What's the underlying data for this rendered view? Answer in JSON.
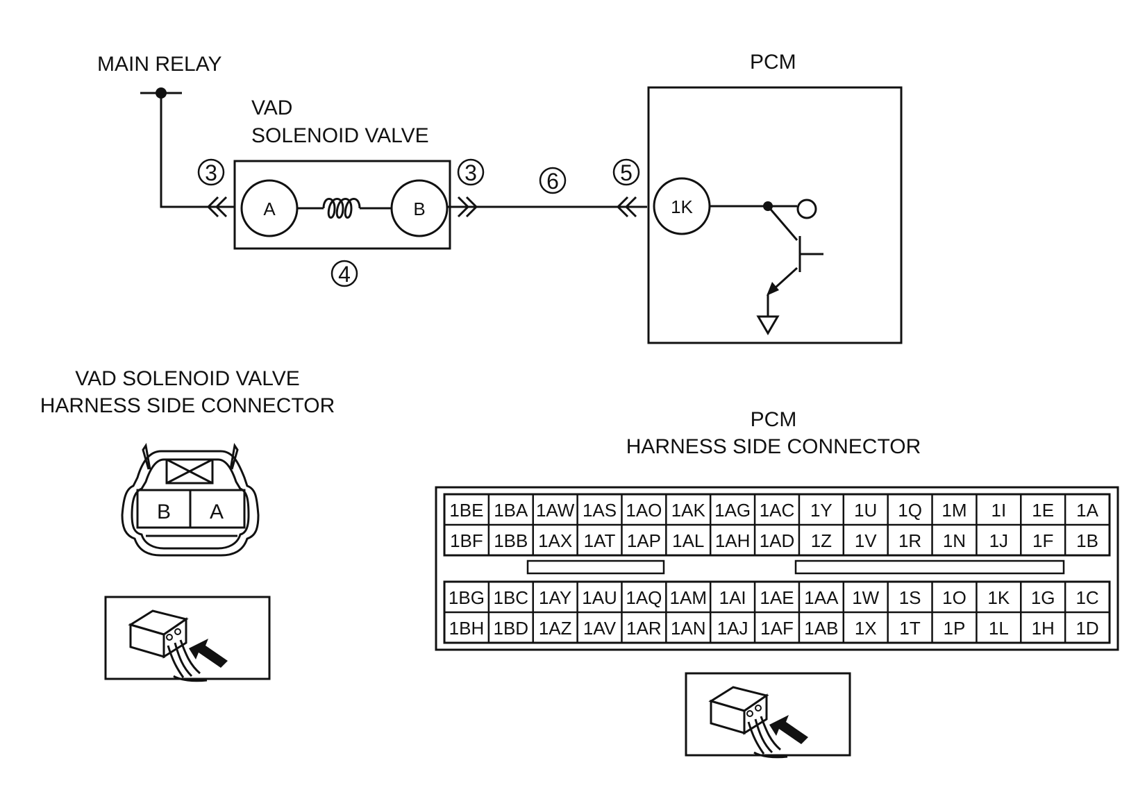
{
  "labels": {
    "main_relay": "MAIN RELAY",
    "vad_line1": "VAD",
    "vad_line2": "SOLENOID VALVE",
    "pcm_top": "PCM",
    "vad_conn_line1": "VAD SOLENOID VALVE",
    "vad_conn_line2": "HARNESS SIDE CONNECTOR",
    "pcm_conn_line1": "PCM",
    "pcm_conn_line2": "HARNESS SIDE CONNECTOR"
  },
  "pins": {
    "solenoid_a": "A",
    "solenoid_b": "B",
    "pcm_1k": "1K",
    "conn_b": "B",
    "conn_a": "A"
  },
  "callouts": {
    "c3_left": "3",
    "c3_right": "3",
    "c4": "4",
    "c5": "5",
    "c6": "6"
  },
  "pcm_connector": {
    "upper_rows": [
      [
        "1BE",
        "1BA",
        "1AW",
        "1AS",
        "1AO",
        "1AK",
        "1AG",
        "1AC",
        "1Y",
        "1U",
        "1Q",
        "1M",
        "1I",
        "1E",
        "1A"
      ],
      [
        "1BF",
        "1BB",
        "1AX",
        "1AT",
        "1AP",
        "1AL",
        "1AH",
        "1AD",
        "1Z",
        "1V",
        "1R",
        "1N",
        "1J",
        "1F",
        "1B"
      ]
    ],
    "lower_rows": [
      [
        "1BG",
        "1BC",
        "1AY",
        "1AU",
        "1AQ",
        "1AM",
        "1AI",
        "1AE",
        "1AA",
        "1W",
        "1S",
        "1O",
        "1K",
        "1G",
        "1C"
      ],
      [
        "1BH",
        "1BD",
        "1AZ",
        "1AV",
        "1AR",
        "1AN",
        "1AJ",
        "1AF",
        "1AB",
        "1X",
        "1T",
        "1P",
        "1L",
        "1H",
        "1D"
      ]
    ]
  },
  "icons": {
    "connector_view_icon": "harness-side-view-icon"
  }
}
